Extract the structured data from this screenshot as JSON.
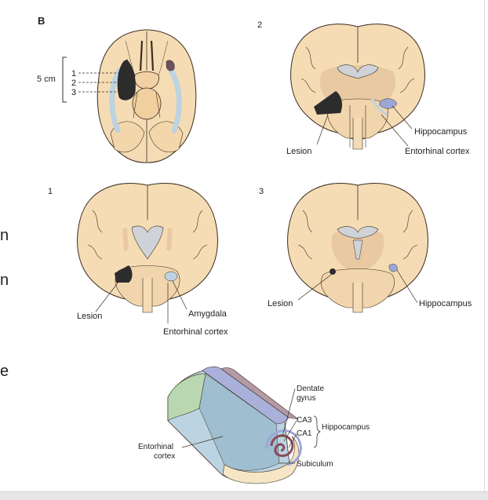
{
  "panel_b": {
    "letter": "B",
    "scale_label": "5 cm",
    "levels": [
      "1",
      "2",
      "3"
    ]
  },
  "panels": {
    "p1": {
      "number": "1",
      "lesion": "Lesion",
      "amygdala": "Amygdala",
      "entorhinal": "Entorhinal cortex"
    },
    "p2": {
      "number": "2",
      "lesion": "Lesion",
      "hippocampus": "Hippocampus",
      "entorhinal": "Entorhinal cortex"
    },
    "p3": {
      "number": "3",
      "lesion": "Lesion",
      "hippocampus": "Hippocampus"
    }
  },
  "hippo_schematic": {
    "dentate_1": "Dentate",
    "dentate_2": "gyrus",
    "ca3": "CA3",
    "ca1": "CA1",
    "hippocampus": "Hippocampus",
    "entorhinal_1": "Entorhinal",
    "entorhinal_2": "cortex",
    "subiculum": "Subiculum"
  },
  "left_fragments": [
    "n",
    "n",
    "e"
  ],
  "colors": {
    "tissue": "#f6dcb4",
    "tissue_dark": "#e9c896",
    "outline": "#3a2e22",
    "lesion": "#2c2c2c",
    "white_matter": "#e8c9a2",
    "ventricle": "#cfd3d8",
    "hippocampus": "#9ba7d6",
    "entorhinal_blue": "#bcd3e1",
    "cortex_green": "#b9d7b0",
    "mauve": "#b59aa6",
    "periwinkle": "#a9b0d9"
  }
}
